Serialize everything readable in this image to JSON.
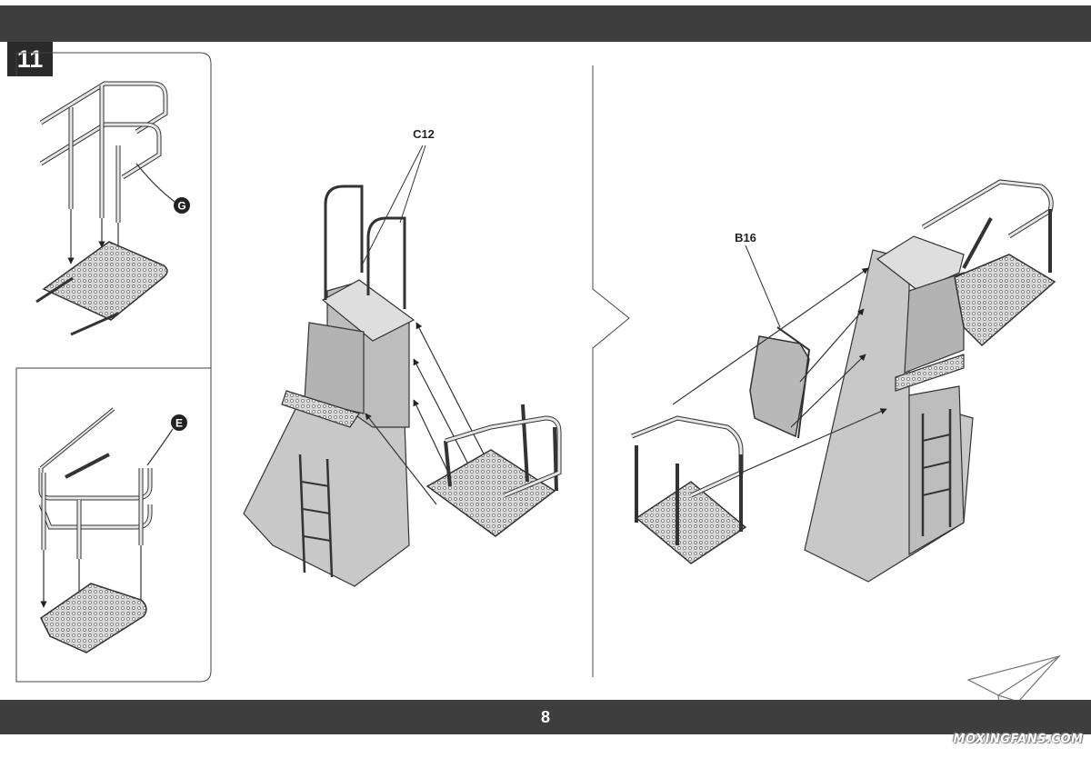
{
  "step": "11",
  "page_number": "8",
  "labels": {
    "part_g": "G",
    "part_e": "E",
    "part_c12": "C12",
    "part_b16": "B16"
  },
  "watermark": "MOXINGFANS.COM",
  "colors": {
    "band": "#3e3e3e",
    "badge": "#2a2a2a",
    "part_fill": "#c8c8c8",
    "line": "#333333"
  }
}
